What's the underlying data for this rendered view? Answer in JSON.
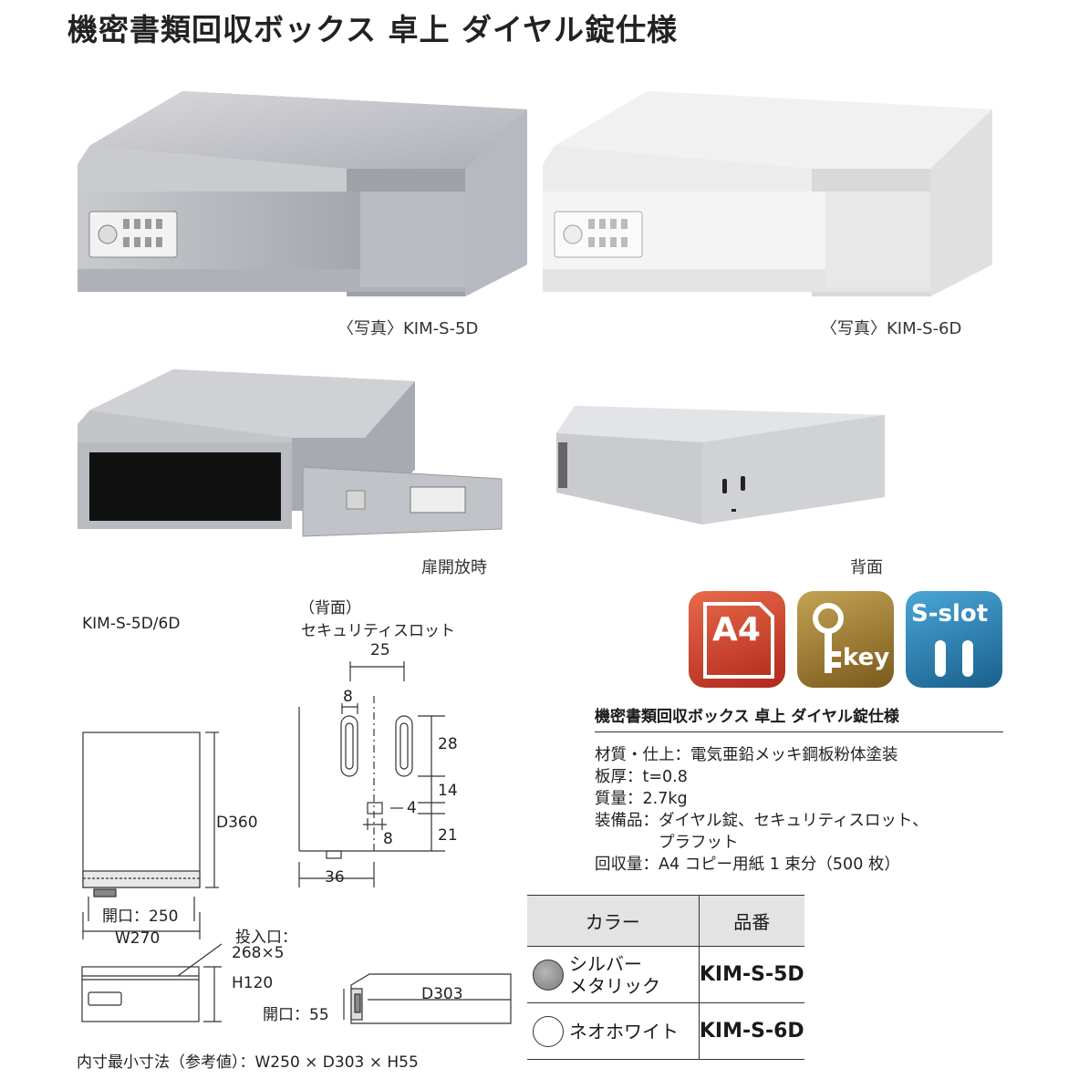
{
  "title": "機密書類回収ボックス 卓上 ダイヤル錠仕様",
  "photos": {
    "silver_caption": "〈写真〉KIM-S-5D",
    "white_caption": "〈写真〉KIM-S-6D",
    "open_caption": "扉開放時",
    "back_caption": "背面"
  },
  "drawing": {
    "model_label": "KIM-S-5D/6D",
    "rear_label": "（背面）",
    "slot_label": "セキュリティスロット",
    "dims": {
      "d25": "25",
      "d8_top": "8",
      "d28": "28",
      "d14": "14",
      "d4": "4",
      "d8_bottom": "8",
      "d21": "21",
      "d36": "36",
      "d360": "D360",
      "opening_250": "開口：250",
      "w270": "W270",
      "inlet_line1": "投入口：",
      "inlet_line2": "268×5",
      "h120": "H120",
      "opening_55": "開口：55",
      "d303": "D303"
    },
    "inner_note": "内寸最小寸法（参考値）：W250 × D303 × H55"
  },
  "badges": {
    "a4": "A4",
    "key": "key",
    "sslot": "S-slot"
  },
  "specs": {
    "title": "機密書類回収ボックス 卓上 ダイヤル錠仕様",
    "lines": [
      "材質・仕上：電気亜鉛メッキ鋼板粉体塗装",
      "板厚：t=0.8",
      "質量：2.7kg",
      "装備品：ダイヤル錠、セキュリティスロット、",
      "　　　　プラフット",
      "回収量：A4 コピー用紙 1 束分（500 枚）"
    ]
  },
  "color_table": {
    "header_color": "カラー",
    "header_part": "品番",
    "rows": [
      {
        "color_line1": "シルバー",
        "color_line2": "メタリック",
        "part": "KIM-S-5D",
        "swatch": "#8a8a8a"
      },
      {
        "color_line1": "ネオホワイト",
        "color_line2": "",
        "part": "KIM-S-6D",
        "swatch": "#ffffff"
      }
    ]
  }
}
